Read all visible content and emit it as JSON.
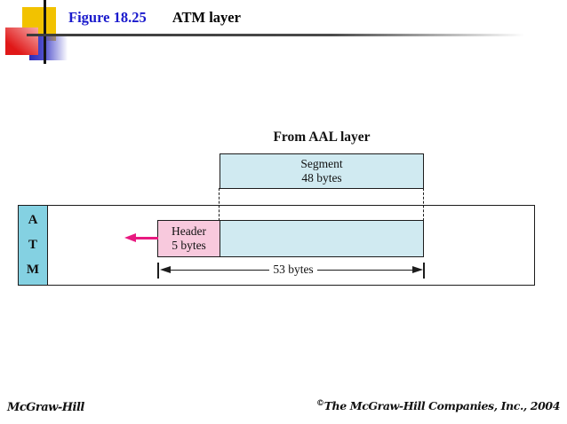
{
  "title": {
    "figure_label": "Figure 18.25",
    "figure_title": "ATM layer"
  },
  "diagram": {
    "from_aal_label": "From AAL layer",
    "segment": {
      "line1": "Segment",
      "line2": "48 bytes"
    },
    "atm": {
      "letters": [
        "A",
        "T",
        "M"
      ]
    },
    "header": {
      "line1": "Header",
      "line2": "5 bytes"
    },
    "measure": {
      "label": "53 bytes"
    }
  },
  "footer": {
    "brand": "McGraw-Hill",
    "copyright_symbol": "©",
    "copyright_text": "The McGraw-Hill Companies, Inc., 2004"
  },
  "colors": {
    "title-blue": "#1a1acc",
    "atm-cyan": "#84d1e2",
    "cell-blue": "#d0eaf1",
    "header-pink": "#f8c9dd",
    "magenta": "#e81980",
    "deco-yellow": "#f2c200",
    "deco-red": "#e01818",
    "deco-blue": "#2b2bb8"
  }
}
